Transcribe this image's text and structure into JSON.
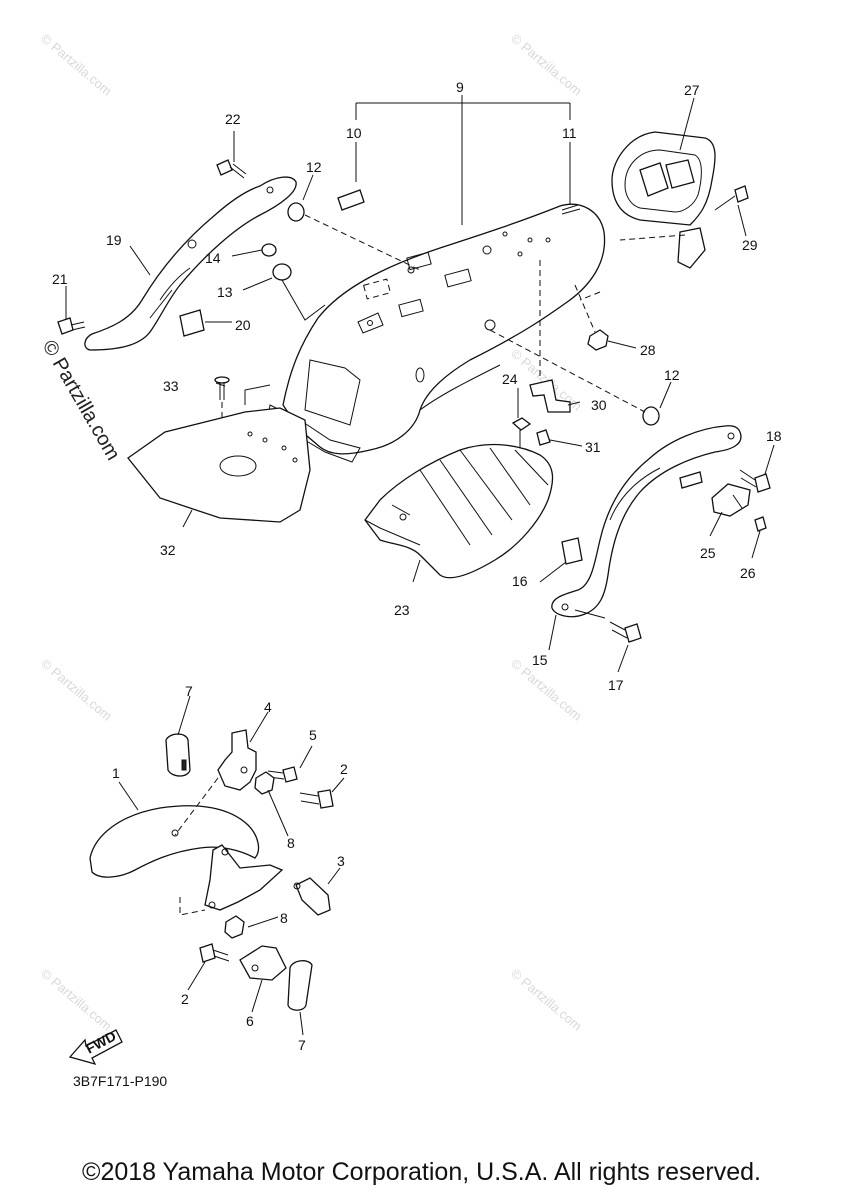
{
  "watermark": {
    "small_text": "© Partzilla.com",
    "side_text": "© Partzilla.com"
  },
  "diagram_code": "3B7F171-P190",
  "fwd_label": "FWD",
  "copyright": "©2018 Yamaha Motor Corporation, U.S.A. All rights reserved.",
  "callouts": {
    "c1": "1",
    "c2a": "2",
    "c2b": "2",
    "c3": "3",
    "c4": "4",
    "c5": "5",
    "c6": "6",
    "c7a": "7",
    "c7b": "7",
    "c8a": "8",
    "c8b": "8",
    "c9": "9",
    "c10": "10",
    "c11": "11",
    "c12a": "12",
    "c12b": "12",
    "c13": "13",
    "c14": "14",
    "c15": "15",
    "c16": "16",
    "c17": "17",
    "c18": "18",
    "c19": "19",
    "c20": "20",
    "c21": "21",
    "c22": "22",
    "c23": "23",
    "c24": "24",
    "c25": "25",
    "c26": "26",
    "c27": "27",
    "c28": "28",
    "c29": "29",
    "c30": "30",
    "c31": "31",
    "c32": "32",
    "c33": "33"
  }
}
